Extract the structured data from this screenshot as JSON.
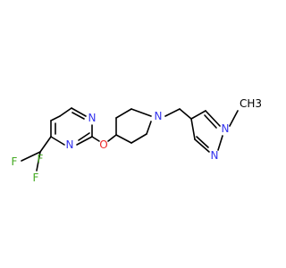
{
  "molecule": {
    "atoms": {
      "n_pyrimidine_top": "N",
      "n_pyrimidine_bottom": "N",
      "o_ether": "O",
      "n_piperidine": "N",
      "n_pyrazole_1": "N",
      "n_pyrazole_2": "N",
      "methyl": "CH3",
      "methyl_sub": "3",
      "f_top": "F",
      "f_left": "F",
      "f_bottom": "F"
    },
    "colors": {
      "bond": "#000000",
      "nitrogen": "#3333ee",
      "oxygen": "#ee2a2a",
      "fluorine": "#44aa22"
    }
  }
}
